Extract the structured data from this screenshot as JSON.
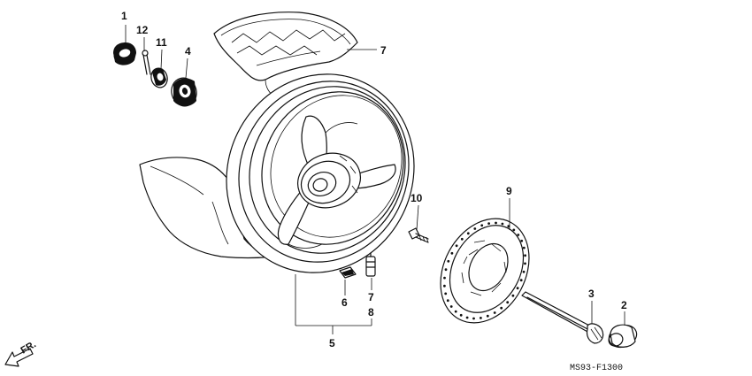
{
  "diagram": {
    "drawing_code": "MS93-F1300",
    "direction_label": "FR.",
    "callouts": [
      {
        "id": "c1",
        "label": "1"
      },
      {
        "id": "c12",
        "label": "12"
      },
      {
        "id": "c11",
        "label": "11"
      },
      {
        "id": "c4",
        "label": "4"
      },
      {
        "id": "c7a",
        "label": "7"
      },
      {
        "id": "c10",
        "label": "10"
      },
      {
        "id": "c9",
        "label": "9"
      },
      {
        "id": "c7b",
        "label": "7"
      },
      {
        "id": "c6",
        "label": "6"
      },
      {
        "id": "c8",
        "label": "8"
      },
      {
        "id": "c5",
        "label": "5"
      },
      {
        "id": "c3",
        "label": "3"
      },
      {
        "id": "c2",
        "label": "2"
      }
    ]
  }
}
